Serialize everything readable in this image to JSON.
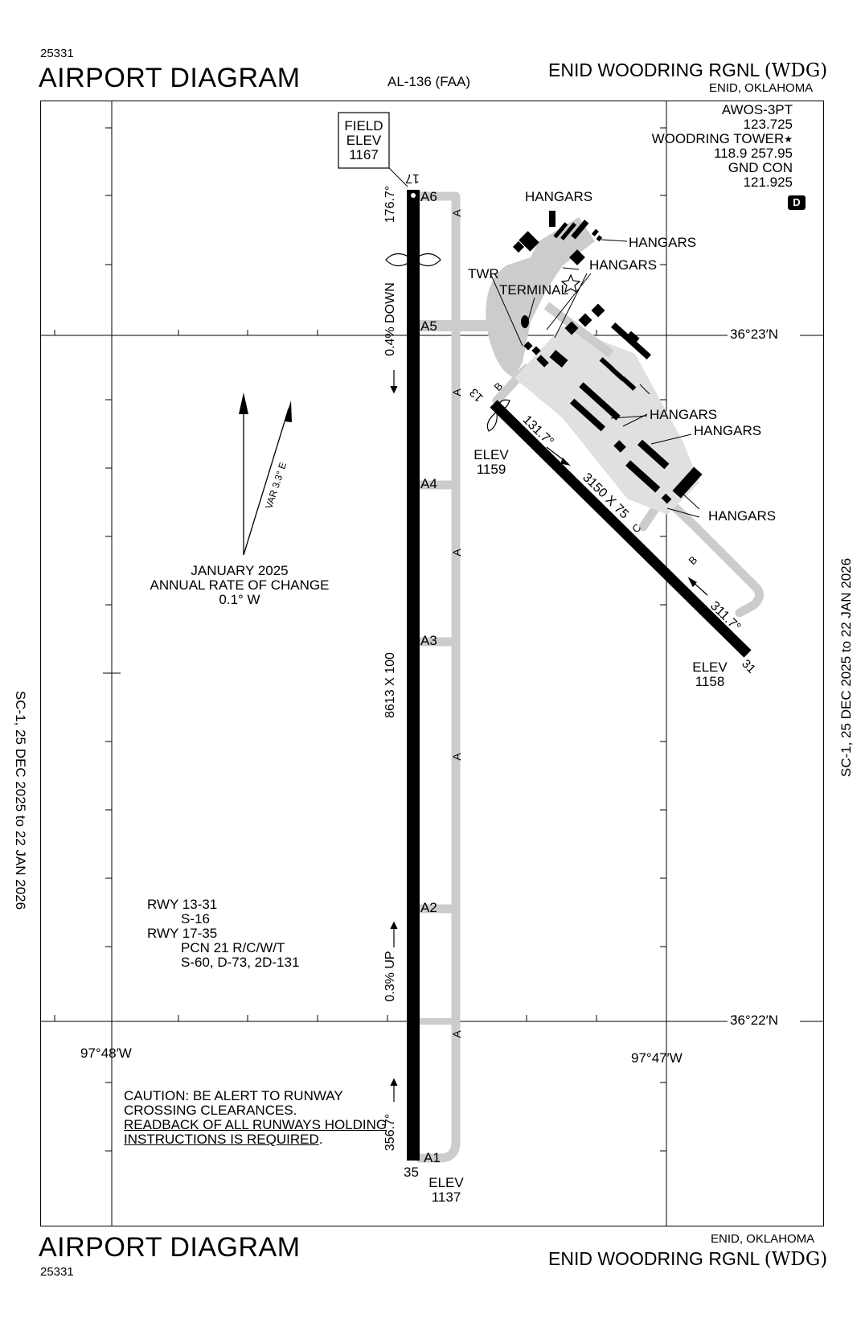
{
  "header": {
    "chart_id_top": "25331",
    "title_top": "AIRPORT DIAGRAM",
    "procedure": "AL-136 (FAA)",
    "airport_name": "ENID WOODRING RGNL",
    "airport_code": "(WDG)",
    "city": "ENID, OKLAHOMA"
  },
  "footer": {
    "title_bottom": "AIRPORT DIAGRAM",
    "chart_id_bottom": "25331",
    "city": "ENID, OKLAHOMA",
    "airport_name": "ENID WOODRING RGNL",
    "airport_code": "(WDG)"
  },
  "margins": {
    "left_effective": "SC-1,  25 DEC 2025  to  22 JAN 2026",
    "right_effective": "SC-1,  25 DEC 2025  to  22 JAN 2026"
  },
  "comms": {
    "awos": "AWOS-3PT",
    "awos_freq": "123.725",
    "tower": "WOODRING TOWER",
    "tower_freq": "118.9 257.95",
    "gnd": "GND CON",
    "gnd_freq": "121.925",
    "d_badge": "D"
  },
  "field_elev": {
    "label1": "FIELD",
    "label2": "ELEV",
    "value": "1167"
  },
  "magnetic": {
    "var": "VAR 3.3° E",
    "date": "JANUARY 2025",
    "rate_label": "ANNUAL RATE OF CHANGE",
    "rate": "0.1° W"
  },
  "coords": {
    "lat_top": "36°23′N",
    "lat_bottom": "36°22′N",
    "lon_left": "97°48′W",
    "lon_right": "97°47′W"
  },
  "runway_17_35": {
    "end_17": "17",
    "end_35": "35",
    "hdg_17": "176.7°",
    "hdg_35": "356.7°",
    "slope_down": "0.4% DOWN",
    "slope_up": "0.3% UP",
    "dims": "8613 X 100",
    "elev_35_label": "ELEV",
    "elev_35": "1137"
  },
  "runway_13_31": {
    "end_13": "13",
    "end_31": "31",
    "hdg_13": "131.7°",
    "hdg_31": "311.7°",
    "dims": "3150 X 75",
    "elev_13_label": "ELEV",
    "elev_13": "1159",
    "elev_31_label": "ELEV",
    "elev_31": "1158"
  },
  "taxiways": {
    "a6": "A6",
    "a5": "A5",
    "a4": "A4",
    "a3": "A3",
    "a2": "A2",
    "a1": "A1",
    "a": "A",
    "b": "B",
    "c": "C"
  },
  "labels": {
    "hangars": "HANGARS",
    "twr": "TWR",
    "terminal": "TERMINAL"
  },
  "pcn_notes": {
    "l1": "RWY 13-31",
    "l2": "S-16",
    "l3": "RWY 17-35",
    "l4": "PCN 21 R/C/W/T",
    "l5": "S-60, D-73, 2D-131"
  },
  "caution": {
    "l1": "CAUTION: BE ALERT TO RUNWAY",
    "l2": "CROSSING CLEARANCES.",
    "l3": "READBACK OF ALL RUNWAYS HOLDING",
    "l4": "INSTRUCTIONS IS REQUIRED",
    "l4_end": "."
  }
}
